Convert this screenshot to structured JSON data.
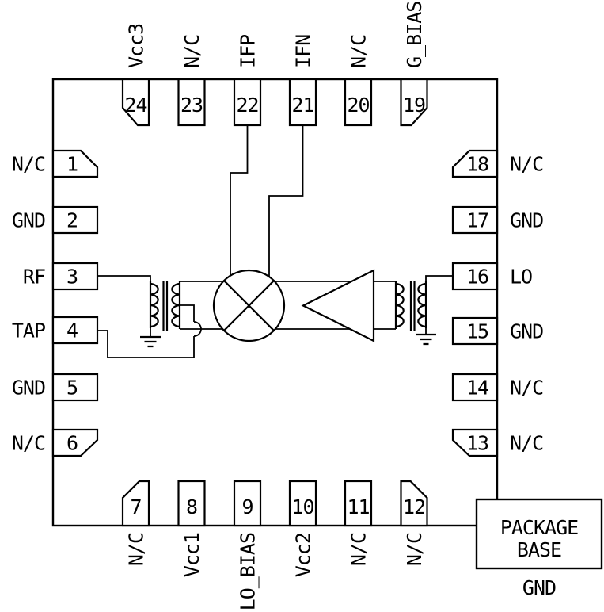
{
  "diagram": {
    "type": "ic-pinout-schematic",
    "package_pin_count": 24
  },
  "colors": {
    "line": "#000000",
    "background": "#ffffff"
  },
  "pins": {
    "top": [
      {
        "number": "24",
        "label": "Vcc3"
      },
      {
        "number": "23",
        "label": "N/C"
      },
      {
        "number": "22",
        "label": "IFP"
      },
      {
        "number": "21",
        "label": "IFN"
      },
      {
        "number": "20",
        "label": "N/C"
      },
      {
        "number": "19",
        "label": "G_BIAS"
      }
    ],
    "left": [
      {
        "number": "1",
        "label": "N/C"
      },
      {
        "number": "2",
        "label": "GND"
      },
      {
        "number": "3",
        "label": "RF"
      },
      {
        "number": "4",
        "label": "TAP"
      },
      {
        "number": "5",
        "label": "GND"
      },
      {
        "number": "6",
        "label": "N/C"
      }
    ],
    "right": [
      {
        "number": "18",
        "label": "N/C"
      },
      {
        "number": "17",
        "label": "GND"
      },
      {
        "number": "16",
        "label": "LO"
      },
      {
        "number": "15",
        "label": "GND"
      },
      {
        "number": "14",
        "label": "N/C"
      },
      {
        "number": "13",
        "label": "N/C"
      }
    ],
    "bottom": [
      {
        "number": "7",
        "label": "N/C"
      },
      {
        "number": "8",
        "label": "Vcc1"
      },
      {
        "number": "9",
        "label": "LO_BIAS"
      },
      {
        "number": "10",
        "label": "Vcc2"
      },
      {
        "number": "11",
        "label": "N/C"
      },
      {
        "number": "12",
        "label": "N/C"
      }
    ]
  },
  "package_base": {
    "line1": "PACKAGE",
    "line2": "BASE",
    "ground_label": "GND"
  }
}
